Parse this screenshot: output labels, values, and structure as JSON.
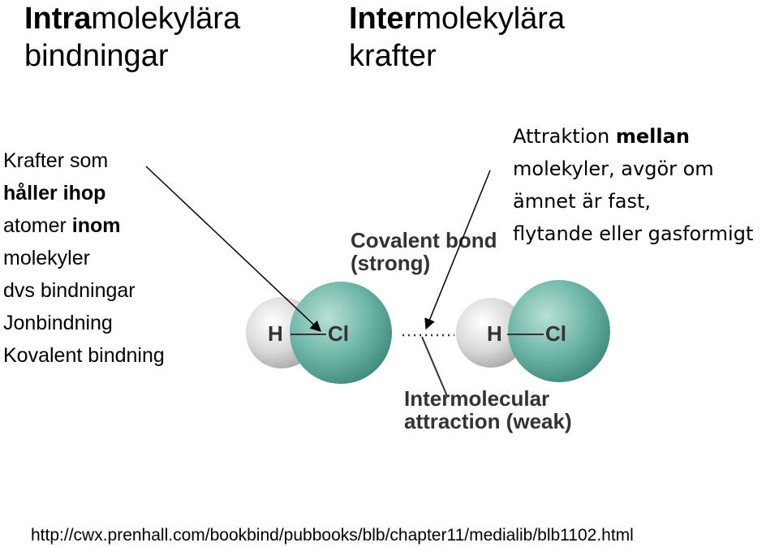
{
  "left": {
    "title_bold": "Intra",
    "title_rest_line1": "molekylära",
    "title_line2": "bindningar",
    "lines": [
      {
        "pre": "Krafter som",
        "bold": "",
        "post": ""
      },
      {
        "pre": "",
        "bold": "håller ihop",
        "post": ""
      },
      {
        "pre": "atomer ",
        "bold": "inom",
        "post": ""
      },
      {
        "pre": "molekyler",
        "bold": "",
        "post": ""
      },
      {
        "pre": "dvs bindningar",
        "bold": "",
        "post": ""
      },
      {
        "pre": "Jonbindning",
        "bold": "",
        "post": ""
      },
      {
        "pre": "Kovalent bindning",
        "bold": "",
        "post": ""
      }
    ]
  },
  "right": {
    "title_bold": "Inter",
    "title_rest_line1": "molekylära",
    "title_line2": "krafter",
    "lines": [
      {
        "pre": "Attraktion ",
        "bold": "mellan",
        "post": ""
      },
      {
        "pre": "molekyler, avgör om",
        "bold": "",
        "post": ""
      },
      {
        "pre": "ämnet är fast,",
        "bold": "",
        "post": ""
      },
      {
        "pre": "flytande eller gasformigt",
        "bold": "",
        "post": ""
      }
    ]
  },
  "figure": {
    "covalent_line1": "Covalent bond",
    "covalent_line2": "(strong)",
    "intermolecular_line1": "Intermolecular",
    "intermolecular_line2": "attraction (weak)",
    "atom_h": "H",
    "atom_cl": "Cl",
    "colors": {
      "cl": "#6fb7a8",
      "h": "#d9d9d9"
    }
  },
  "source": "http://cwx.prenhall.com/bookbind/pubbooks/blb/chapter11/medialib/blb1102.html"
}
